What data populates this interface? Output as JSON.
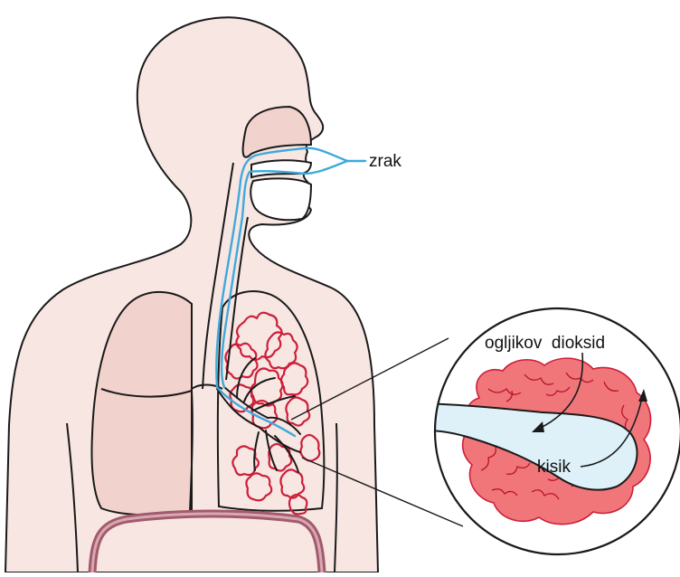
{
  "labels": {
    "air": "zrak",
    "carbon_dioxide": "ogljikov  dioksid",
    "oxygen": "kisik"
  },
  "colors": {
    "skin": "#f8e6e2",
    "lung_shade": "#f2d2cd",
    "airway": "#3fa9dc",
    "airway_fill": "#dff1f8",
    "alveoli_outline": "#cc1f3a",
    "alveoli_fill": "#f0767a",
    "diaphragm": "#a25b6c",
    "outline": "#1a1a1a"
  }
}
